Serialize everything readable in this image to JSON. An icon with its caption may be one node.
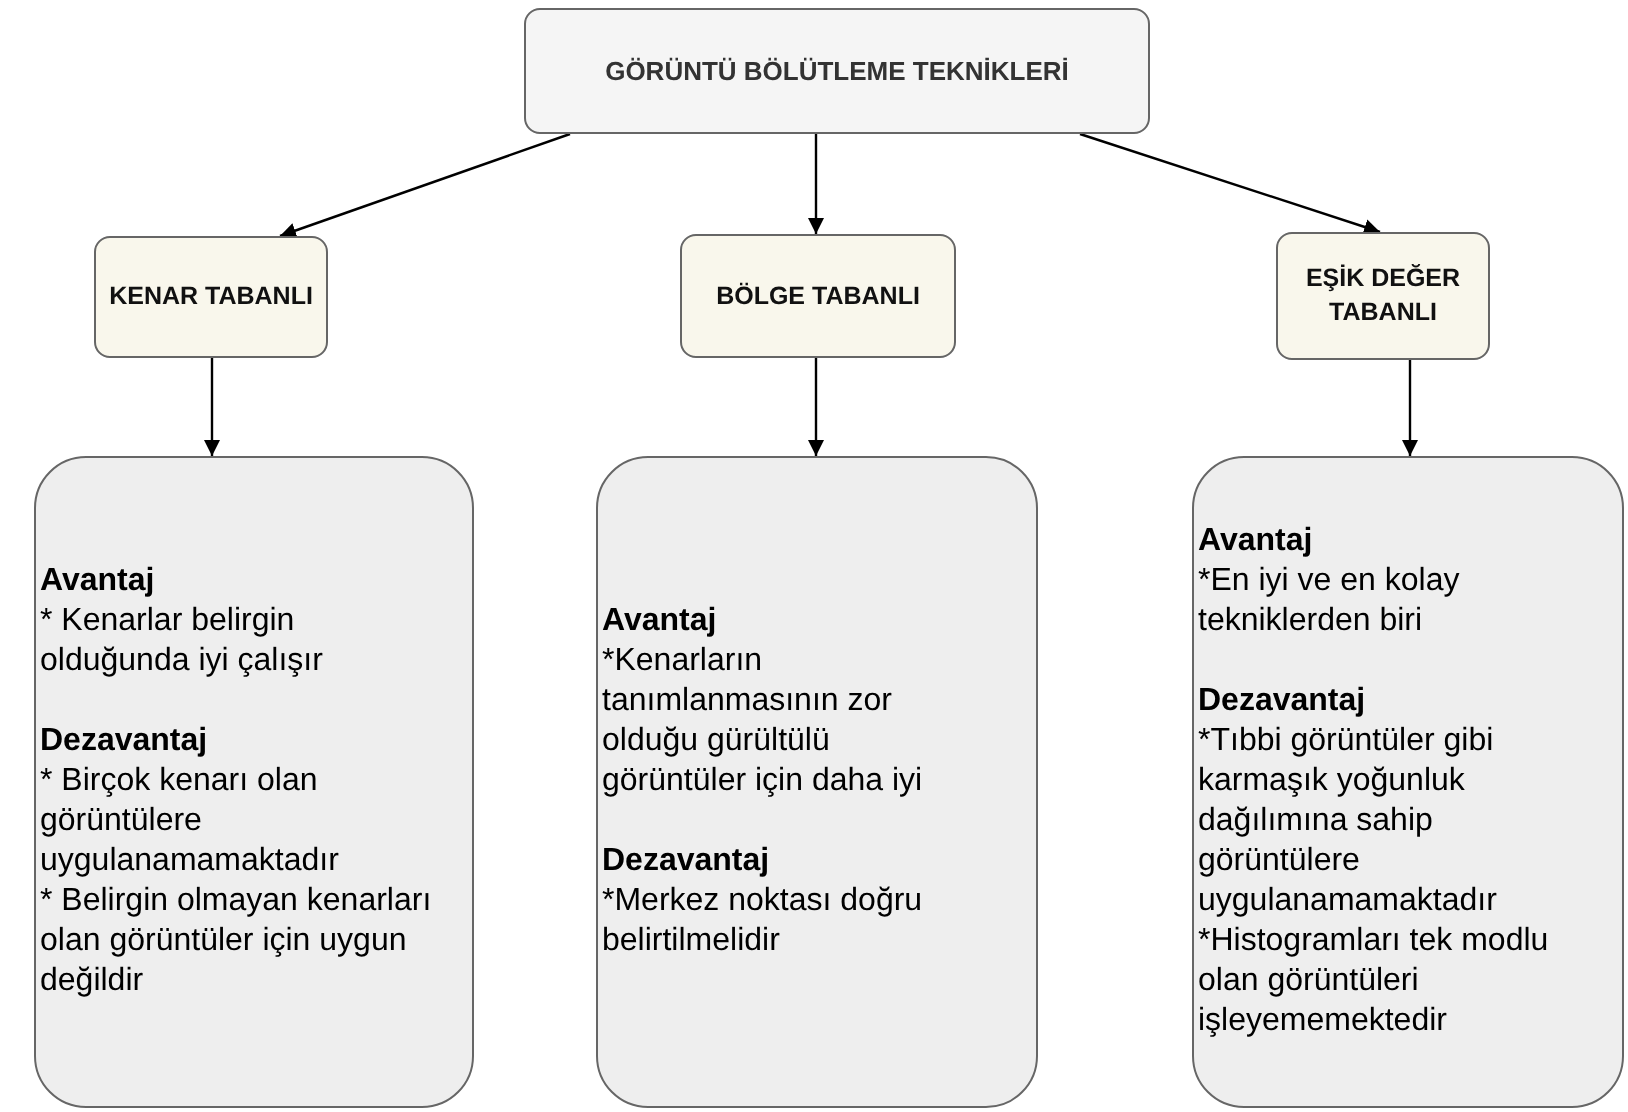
{
  "diagram": {
    "nodes": [
      {
        "text": [
          "GÖRÜNTÜ BÖLÜTLEME TEKNİKLERİ"
        ]
      },
      {
        "text": [
          "KENAR TABANLI"
        ]
      },
      {
        "text": [
          "BÖLGE TABANLI"
        ]
      },
      {
        "text": [
          "EŞİK DEĞER TABANLI"
        ]
      },
      {
        "text": [
          "Avantaj",
          "* Kenarlar belirgin olduğunda iyi çalışır",
          "Dezavantaj",
          "* Birçok kenarı olan görüntülere uygulanamamaktadır",
          "* Belirgin olmayan kenarları olan görüntüler için uygun değildir"
        ]
      },
      {
        "text": [
          "Avantaj",
          "*Kenarların tanımlanmasının zor olduğu gürültülü görüntüler için daha iyi",
          "Dezavantaj",
          "*Merkez noktası doğru belirtilmelidir"
        ]
      },
      {
        "text": [
          "Avantaj",
          "*En iyi ve en kolay tekniklerden biri",
          "Dezavantaj",
          "*Tıbbi görüntüler gibi karmaşık yoğunluk dağılımına sahip görüntülere uygulanamamaktadır",
          "*Histogramları tek modlu olan görüntüleri işleyememektedir"
        ]
      }
    ],
    "edges": [
      {
        "from": 0,
        "to": 1,
        "arrow": "to"
      },
      {
        "from": 0,
        "to": 2,
        "arrow": "to"
      },
      {
        "from": 0,
        "to": 3,
        "arrow": "to"
      },
      {
        "from": 1,
        "to": 4,
        "arrow": "to"
      },
      {
        "from": 2,
        "to": 5,
        "arrow": "to"
      },
      {
        "from": 3,
        "to": 6,
        "arrow": "to"
      }
    ]
  }
}
